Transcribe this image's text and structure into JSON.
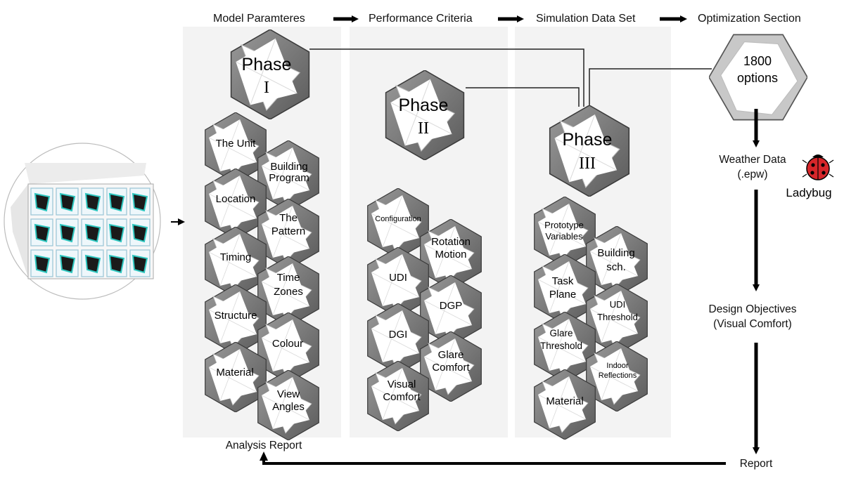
{
  "headers": {
    "model_parameters": "Model Paramteres",
    "performance_criteria": "Performance Criteria",
    "simulation_data_set": "Simulation Data Set",
    "optimization_section": "Optimization Section"
  },
  "phases": {
    "phase1": {
      "title": "Phase",
      "numeral": "I"
    },
    "phase2": {
      "title": "Phase",
      "numeral": "II"
    },
    "phase3": {
      "title": "Phase",
      "numeral": "III"
    }
  },
  "optimization": {
    "count": "1800",
    "label": "options"
  },
  "flow": {
    "weather_data": {
      "line1": "Weather Data",
      "line2": "(.epw)"
    },
    "ladybug": "Ladybug",
    "design_objectives": {
      "line1": "Design Objectives",
      "line2": "(Visual Comfort)"
    },
    "report": "Report",
    "analysis_report": "Analysis Report"
  },
  "model_parameters": {
    "unit": "The Unit",
    "building_program": {
      "line1": "Building",
      "line2": "Program"
    },
    "location": "Location",
    "pattern": {
      "line1": "The",
      "line2": "Pattern"
    },
    "timing": "Timing",
    "time_zones": {
      "line1": "Time",
      "line2": "Zones"
    },
    "structure": "Structure",
    "colour": "Colour",
    "material": "Material",
    "view_angles": {
      "line1": "View",
      "line2": "Angles"
    }
  },
  "performance_criteria": {
    "configuration": "Configuration",
    "rotation_motion": {
      "line1": "Rotation",
      "line2": "Motion"
    },
    "udi": "UDI",
    "dgp": "DGP",
    "dgi": "DGI",
    "glare_comfort": {
      "line1": "Glare",
      "line2": "Comfort"
    },
    "visual_comfort": {
      "line1": "Visual",
      "line2": "Comfort"
    }
  },
  "simulation_data_set": {
    "prototype_variables": {
      "line1": "Prototype",
      "line2": "Variables"
    },
    "building_sch": {
      "line1": "Building",
      "line2": "sch."
    },
    "task_plane": {
      "line1": "Task",
      "line2": "Plane"
    },
    "udi_threshold": {
      "line1": "UDI",
      "line2": "Threshold"
    },
    "glare_threshold": {
      "line1": "Glare",
      "line2": "Threshold"
    },
    "indoor_reflections": {
      "line1": "Indoor",
      "line2": "Reflections"
    },
    "material": "Material"
  }
}
